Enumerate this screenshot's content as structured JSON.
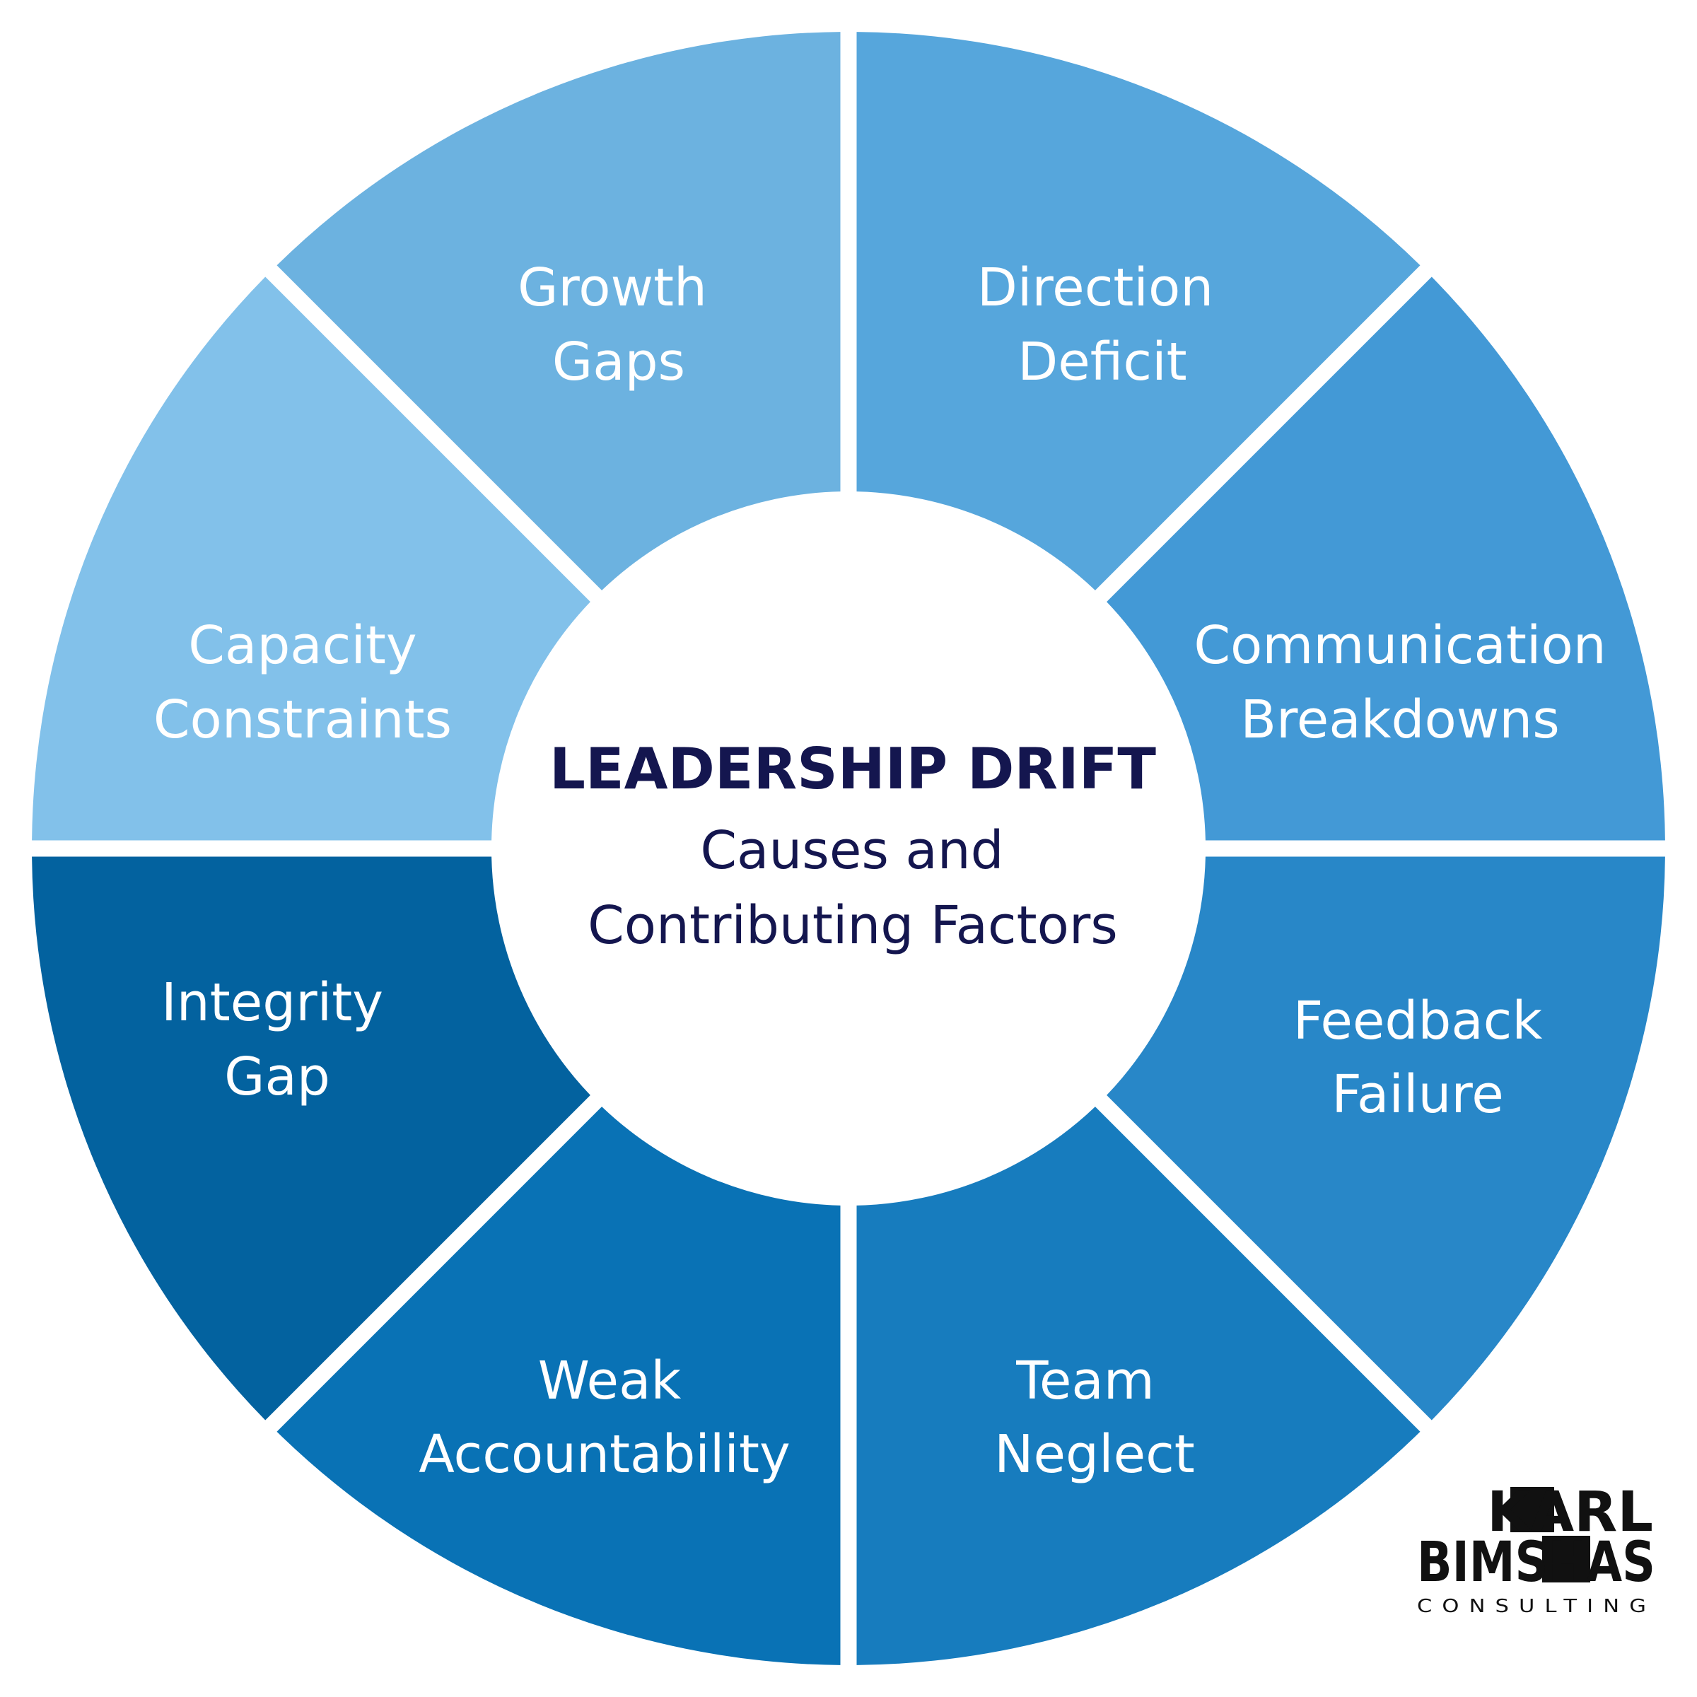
{
  "center": {
    "title": "LEADERSHIP DRIFT",
    "subtitle_line1": "Causes and",
    "subtitle_line2": "Contributing Factors"
  },
  "segments": [
    {
      "id": "direction-deficit",
      "lines": [
        "Direction",
        "Deficit"
      ],
      "color": "#56a6dc"
    },
    {
      "id": "communication-breakdowns",
      "lines": [
        "Communication",
        "Breakdowns"
      ],
      "color": "#4399d6"
    },
    {
      "id": "feedback-failure",
      "lines": [
        "Feedback",
        "Failure"
      ],
      "color": "#2887c8"
    },
    {
      "id": "team-neglect",
      "lines": [
        "Team",
        "Neglect"
      ],
      "color": "#177cbe"
    },
    {
      "id": "weak-accountability",
      "lines": [
        "Weak",
        "Accountability"
      ],
      "color": "#0972b5"
    },
    {
      "id": "integrity-gap",
      "lines": [
        "Integrity",
        "Gap"
      ],
      "color": "#03629f"
    },
    {
      "id": "capacity-constraints",
      "lines": [
        "Capacity",
        "Constraints"
      ],
      "color": "#82c1ea"
    },
    {
      "id": "growth-gaps",
      "lines": [
        "Growth",
        "Gaps"
      ],
      "color": "#6cb2e0"
    }
  ],
  "logo": {
    "line1": "KARL",
    "line2_a": "BIMS",
    "line2_b": "HAS",
    "line3": "CONSULTING"
  }
}
